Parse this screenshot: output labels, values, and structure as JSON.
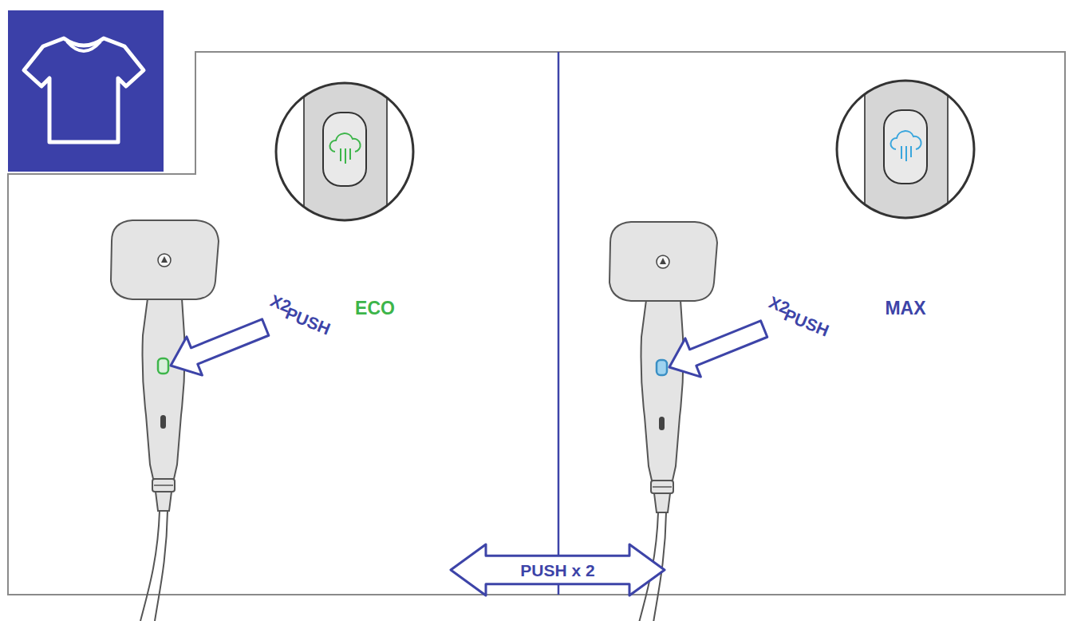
{
  "diagram": {
    "nodes": [
      {
        "text": [
          "PUSH x 2"
        ]
      }
    ],
    "labels": [
      "X2",
      "PUSH",
      "ECO",
      "X2",
      "PUSH",
      "MAX"
    ]
  }
}
